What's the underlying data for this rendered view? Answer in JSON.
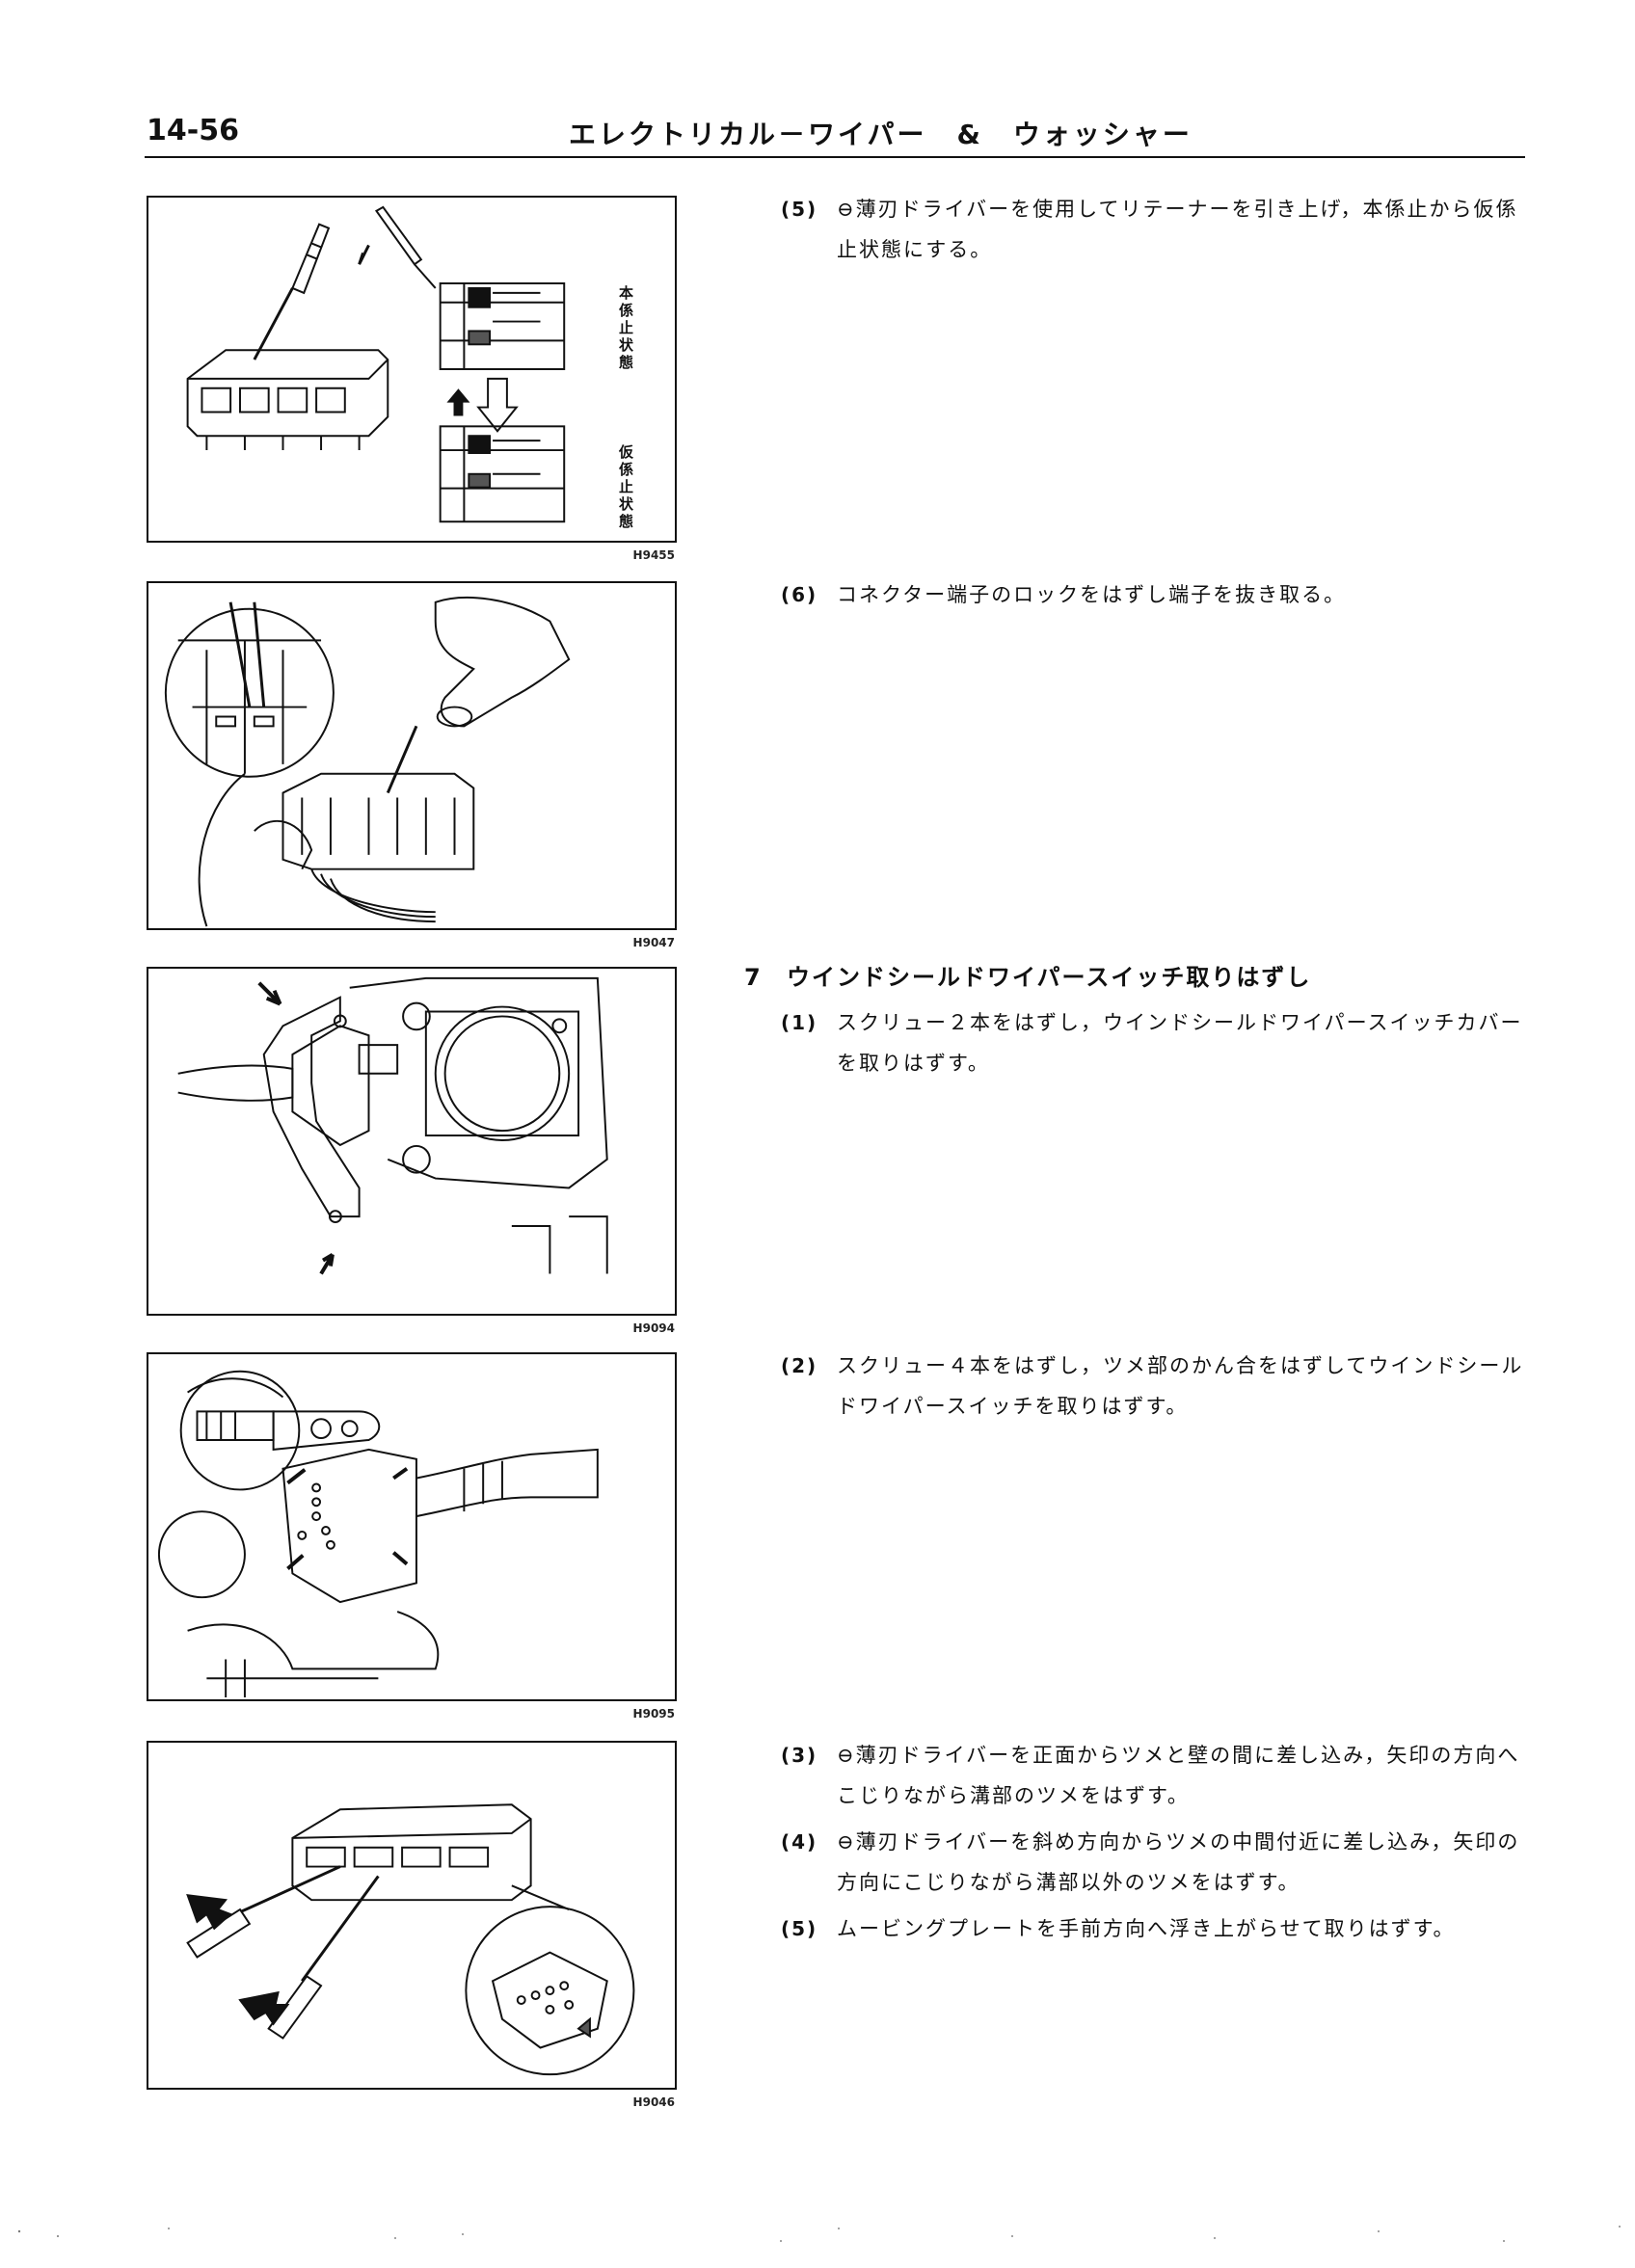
{
  "header": {
    "page_number": "14-56",
    "title": "エレクトリカル－ワイパー　&　ウォッシャー"
  },
  "figures": [
    {
      "code": "H9455",
      "label_top": "本係止状態",
      "label_bottom": "仮係止状態"
    },
    {
      "code": "H9047"
    },
    {
      "code": "H9094"
    },
    {
      "code": "H9095"
    },
    {
      "code": "H9046"
    }
  ],
  "steps_a": [
    {
      "num": "(5)",
      "text": "⊖薄刃ドライバーを使用してリテーナーを引き上げ，本係止から仮係止状態にする。"
    },
    {
      "num": "(6)",
      "text": "コネクター端子のロックをはずし端子を抜き取る。"
    }
  ],
  "section": {
    "number": "7",
    "title": "ウインドシールドワイパースイッチ取りはずし"
  },
  "steps_b": [
    {
      "num": "(1)",
      "text": "スクリュー２本をはずし，ウインドシールドワイパースイッチカバーを取りはずす。"
    },
    {
      "num": "(2)",
      "text": "スクリュー４本をはずし，ツメ部のかん合をはずしてウインドシールドワイパースイッチを取りはずす。"
    },
    {
      "num": "(3)",
      "text": "⊖薄刃ドライバーを正面からツメと壁の間に差し込み，矢印の方向へこじりながら溝部のツメをはずす。"
    },
    {
      "num": "(4)",
      "text": "⊖薄刃ドライバーを斜め方向からツメの中間付近に差し込み，矢印の方向にこじりながら溝部以外のツメをはずす。"
    },
    {
      "num": "(5)",
      "text": "ムービングプレートを手前方向へ浮き上がらせて取りはずす。"
    }
  ]
}
